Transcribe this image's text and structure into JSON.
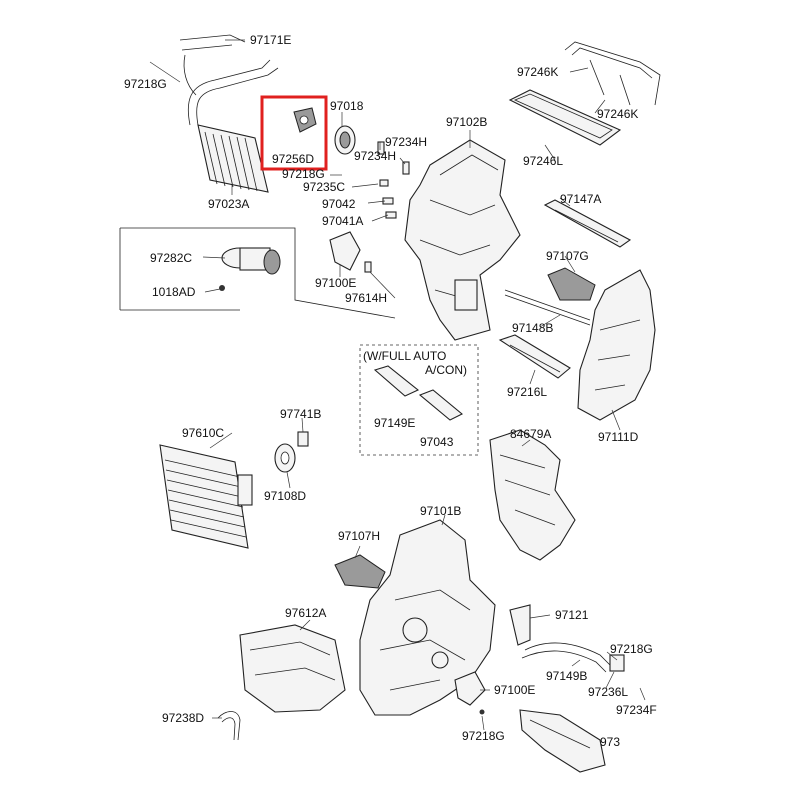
{
  "labels": {
    "l97171E": "97171E",
    "l97218G_a": "97218G",
    "l97018": "97018",
    "l97256D": "97256D",
    "l97234H_a": "97234H",
    "l97234H_b": "97234H",
    "l97023A": "97023A",
    "l97218G_b": "97218G",
    "l97235C": "97235C",
    "l97042": "97042",
    "l97041A": "97041A",
    "l97102B": "97102B",
    "l97246K_a": "97246K",
    "l97246K_b": "97246K",
    "l97246L": "97246L",
    "l97147A": "97147A",
    "l97282C": "97282C",
    "l1018AD": "1018AD",
    "l97100E_a": "97100E",
    "l97614H": "97614H",
    "l97107G": "97107G",
    "l97148B": "97148B",
    "lWfull1": "(W/FULL AUTO",
    "lWfull2": "A/CON)",
    "l97149E": "97149E",
    "l97043": "97043",
    "l97216L": "97216L",
    "l97111D": "97111D",
    "l97741B": "97741B",
    "l97610C": "97610C",
    "l97108D": "97108D",
    "l84679A": "84679A",
    "l97101B": "97101B",
    "l97107H": "97107H",
    "l97121": "97121",
    "l97612A": "97612A",
    "l97218G_c": "97218G",
    "l97149B": "97149B",
    "l97236L": "97236L",
    "l97100E_b": "97100E",
    "l97234F": "97234F",
    "l97238D": "97238D",
    "l97218G_d": "97218G",
    "l973x": "973"
  },
  "highlight": {
    "color": "#e0201f"
  }
}
